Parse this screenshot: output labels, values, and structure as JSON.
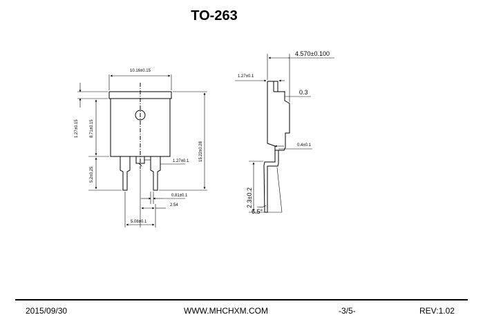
{
  "title": "TO-263",
  "front_view": {
    "body_width": "10.16±0.15",
    "tab_height": "1.27±0.15",
    "body_height": "8.71±0.15",
    "overall_height": "15.22±0.28",
    "lead_length": "5.2±0.25",
    "center_lead": "1.27±0.1",
    "lead_width": "0.81±0.1",
    "lead_pitch": "2.54",
    "lead_span": "5.08±0.1"
  },
  "side_view": {
    "thickness": "4.570±0.100",
    "tab_thickness": "1.27±0.1",
    "gap": "0.3",
    "lead_thickness": "0.4±0.1",
    "standoff": "2.3±0.2",
    "angle": "6.5°"
  },
  "footer": {
    "date": "2015/09/30",
    "website": "WWW.MHCHXM.COM",
    "page": "-3/5-",
    "revision": "REV:1.02"
  }
}
